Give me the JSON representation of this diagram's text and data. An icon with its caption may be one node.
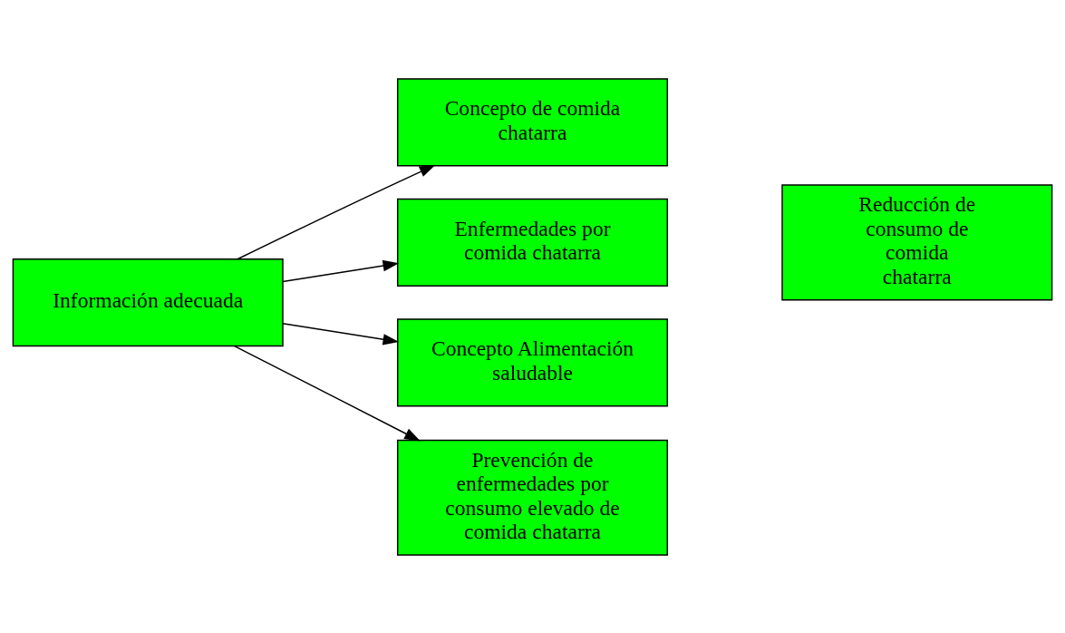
{
  "diagram": {
    "nodes": [
      {
        "text": [
          "Información adecuada"
        ]
      },
      {
        "text": [
          "Concepto de comida chatarra"
        ]
      },
      {
        "text": [
          "Enfermedades por comida chatarra"
        ]
      },
      {
        "text": [
          "Concepto Alimentación saludable"
        ]
      },
      {
        "text": [
          "Prevención de enfermedades por consumo elevado de comida chatarra"
        ]
      },
      {
        "text": [
          "Reducción de consumo de comida chatarra"
        ]
      }
    ],
    "edges": [
      {
        "from": 0,
        "to": 1,
        "arrow": "to"
      },
      {
        "from": 0,
        "to": 2,
        "arrow": "to"
      },
      {
        "from": 0,
        "to": 3,
        "arrow": "to"
      },
      {
        "from": 0,
        "to": 4,
        "arrow": "to"
      }
    ]
  }
}
